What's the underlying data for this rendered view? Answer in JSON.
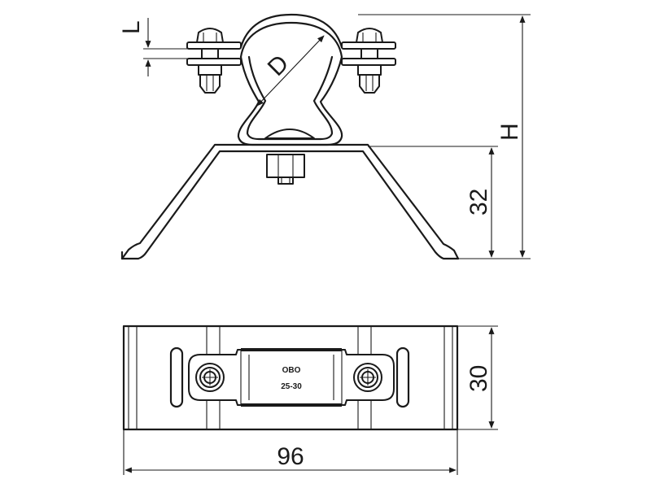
{
  "dimensions": {
    "L": "L",
    "D": "D",
    "H": "H",
    "height_base": "32",
    "width": "30",
    "length": "96"
  },
  "clamp_marking": {
    "brand": "OBO",
    "range": "25-30"
  }
}
